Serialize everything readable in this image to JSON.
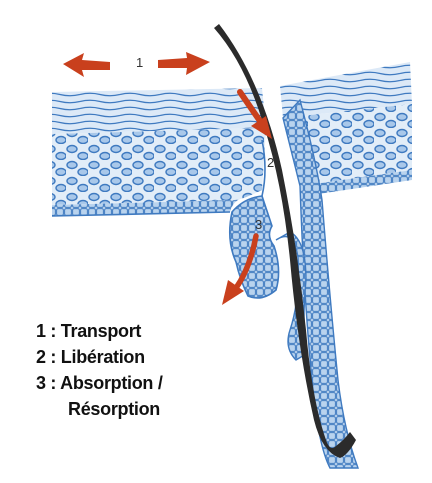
{
  "diagram": {
    "markers": {
      "m1": "1",
      "m2": "2",
      "m3": "3"
    },
    "legend": [
      "1 : Transport",
      "2 : Libération",
      "3 : Absorption /",
      "Résorption"
    ],
    "colors": {
      "tissue_blue": "#4d87c8",
      "tissue_light": "#a9c8ea",
      "tissue_fill": "#d6e6f6",
      "arrow_red": "#c9401d",
      "hair_shaft": "#2b2b2b"
    }
  }
}
